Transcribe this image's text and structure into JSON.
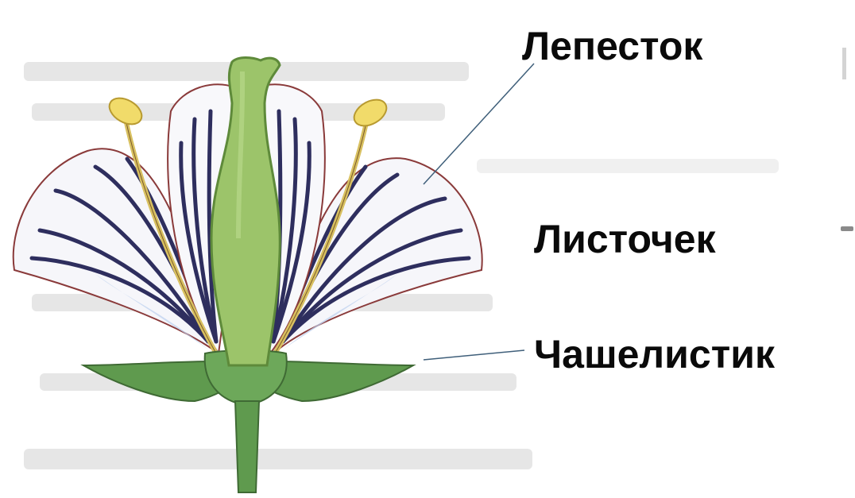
{
  "labels": {
    "petal": "Лепесток",
    "leaf": "Листочек",
    "sepal": "Чашелистик"
  },
  "colors": {
    "petal_fill": "#f6f6fa",
    "petal_outline": "#8a3a3a",
    "petal_veins": "#2e2e5e",
    "pistil": "#9cc46a",
    "sepal": "#5f9a4e",
    "stamen": "#d8c060",
    "anther": "#f1db6a",
    "background_text": "#e2e2e2"
  }
}
